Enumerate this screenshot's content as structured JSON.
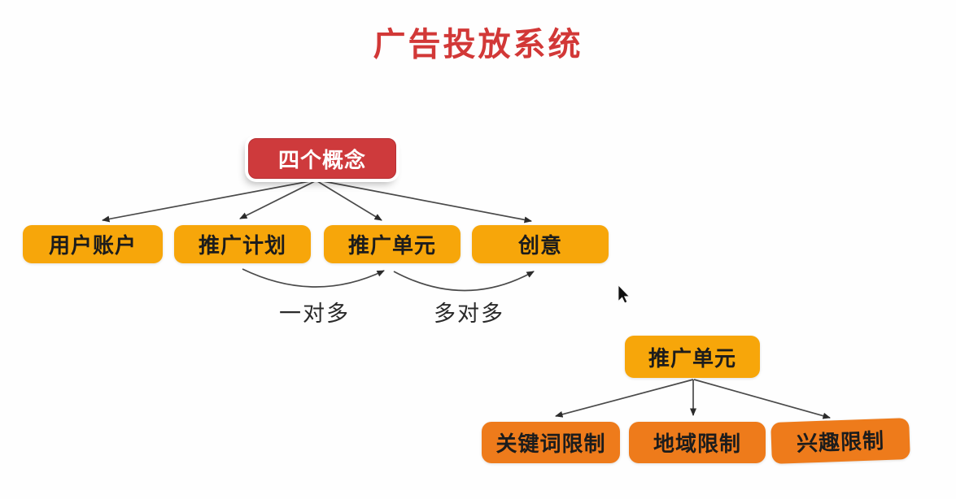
{
  "title": "广告投放系统",
  "colors": {
    "title_red": "#d23837",
    "root_node_red": "#ce3a3c",
    "concept_node_gold": "#f7a60a",
    "limit_node_orange": "#ee7b1b",
    "arrow": "#3a3a3a",
    "node_text_dark": "#1c1c1c",
    "root_text_white": "#ffffff"
  },
  "concept_tree": {
    "root_label": "四个概念",
    "children": [
      {
        "label": "用户账户"
      },
      {
        "label": "推广计划"
      },
      {
        "label": "推广单元"
      },
      {
        "label": "创意"
      }
    ],
    "relations": [
      {
        "label": "一对多",
        "from": "推广计划",
        "to": "推广单元"
      },
      {
        "label": "多对多",
        "from": "推广单元",
        "to": "创意"
      }
    ]
  },
  "unit_tree": {
    "root_label": "推广单元",
    "children": [
      {
        "label": "关键词限制"
      },
      {
        "label": "地域限制"
      },
      {
        "label": "兴趣限制"
      }
    ]
  },
  "cursor": {
    "icon": "mouse-pointer"
  }
}
